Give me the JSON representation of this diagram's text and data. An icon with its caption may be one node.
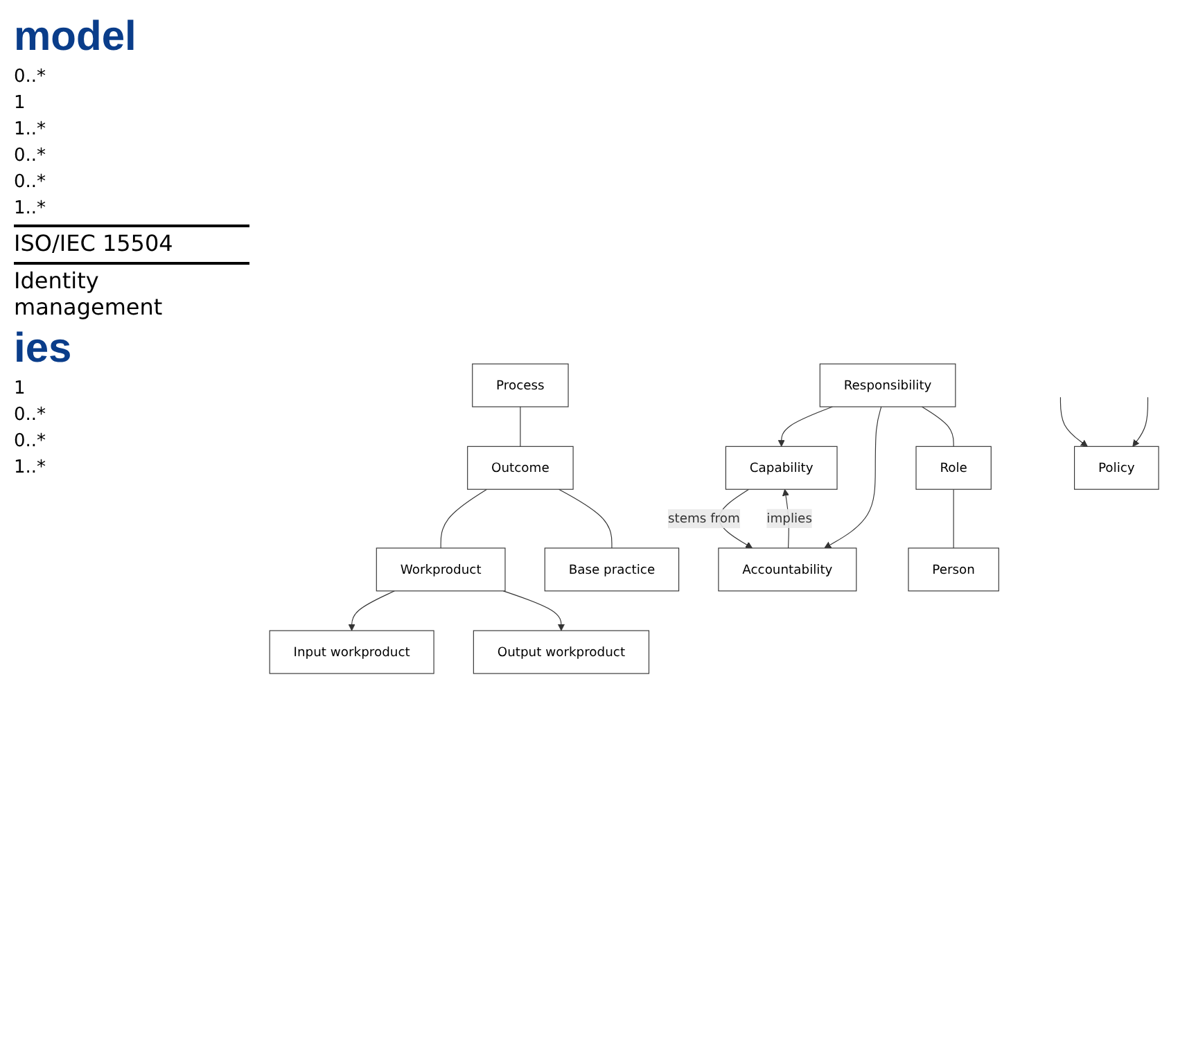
{
  "diagram": {
    "nodes": [
      {
        "text": [
          "Process"
        ]
      },
      {
        "text": [
          "Outcome"
        ]
      },
      {
        "text": [
          "Workproduct"
        ]
      },
      {
        "text": [
          "Base practice"
        ]
      },
      {
        "text": [
          "Input workproduct"
        ]
      },
      {
        "text": [
          "Output workproduct"
        ]
      },
      {
        "text": [
          "Capability"
        ]
      },
      {
        "text": [
          "Accountability"
        ]
      },
      {
        "text": [
          "Responsibility"
        ]
      },
      {
        "text": [
          "Role"
        ]
      },
      {
        "text": [
          "Policy"
        ]
      },
      {
        "text": [
          "Person"
        ]
      }
    ],
    "edges": [
      {
        "from": 0,
        "to": 1,
        "arrow": "none"
      },
      {
        "from": 1,
        "to": 2,
        "arrow": "none"
      },
      {
        "from": 1,
        "to": 3,
        "arrow": "none"
      },
      {
        "from": 2,
        "to": 4,
        "arrow": "to"
      },
      {
        "from": 2,
        "to": 5,
        "arrow": "to"
      },
      {
        "from": 6,
        "to": 7,
        "arrow": "to",
        "label": "stems from"
      },
      {
        "from": 7,
        "to": 6,
        "arrow": "to",
        "label": "implies"
      },
      {
        "from": 8,
        "to": 6,
        "arrow": "to"
      },
      {
        "from": 8,
        "to": 7,
        "arrow": "to"
      },
      {
        "from": 8,
        "to": 9,
        "arrow": "none"
      },
      {
        "from": 9,
        "to": 11,
        "arrow": "none"
      },
      {
        "from": null,
        "to": 10,
        "arrow": "to"
      },
      {
        "from": null,
        "to": 10,
        "arrow": "to"
      }
    ],
    "labels": [
      "model",
      "0..*",
      "1",
      "1..*",
      "0..*",
      "0..*",
      "1..*",
      "ISO/IEC 15504",
      "Identity management",
      "ies",
      "1",
      "0..*",
      "0..*",
      "1..*"
    ]
  }
}
